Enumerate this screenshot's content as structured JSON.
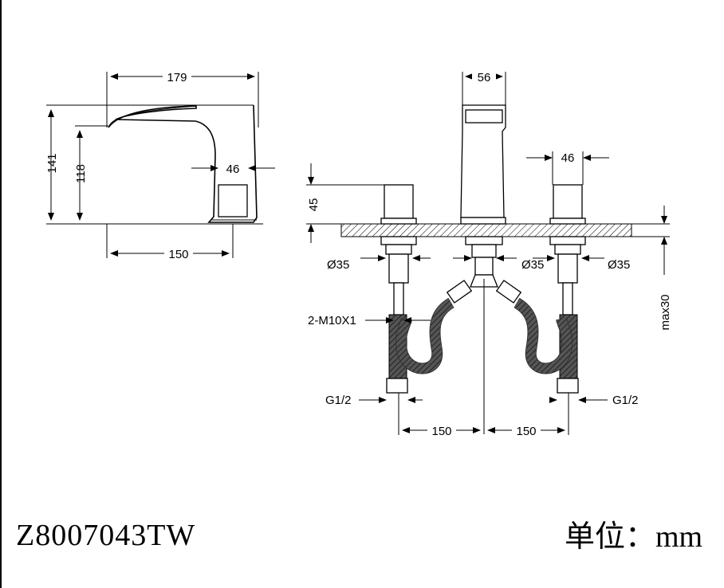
{
  "drawing": {
    "model_code": "Z8007043TW",
    "unit_label": "单位：mm",
    "side_view": {
      "overall_length": "179",
      "overall_height": "141",
      "spout_height": "118",
      "handle_width": "46",
      "spout_reach": "150"
    },
    "front_view": {
      "spout_width": "56",
      "handle_width": "46",
      "handle_height": "45",
      "hole_left": "Ø35",
      "hole_center": "Ø35",
      "hole_right": "Ø35",
      "stud_label": "2-M10X1",
      "inlet_left": "G1/2",
      "inlet_right": "G1/2",
      "spacing_left": "150",
      "spacing_right": "150",
      "deck_thickness": "max30"
    }
  }
}
